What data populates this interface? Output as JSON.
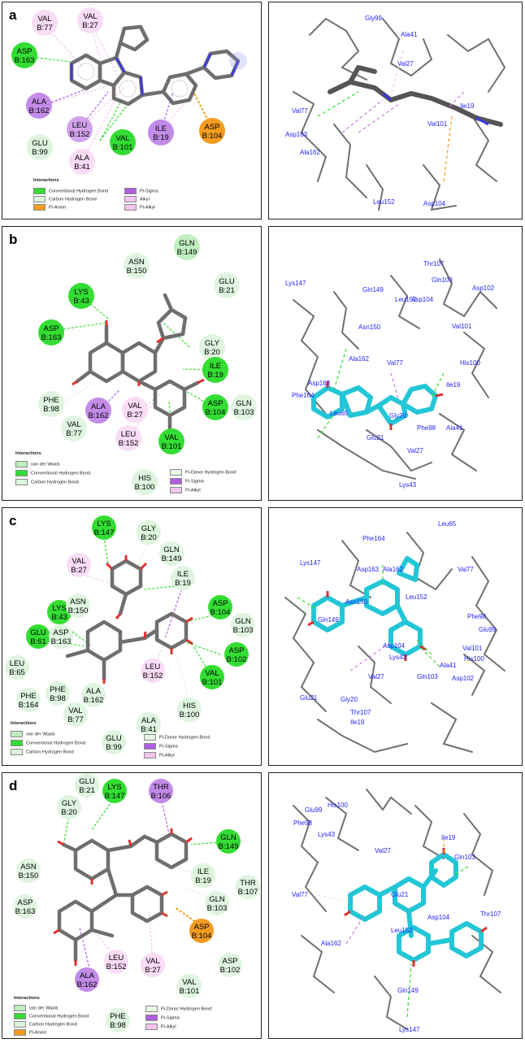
{
  "colors": {
    "conventional": "#33dd33",
    "carbon": "#ddf5dd",
    "vdw": "#bfeebf",
    "pi_anion": "#f39c1f",
    "pi_sigma": "#b05fe0",
    "alkyl": "#f2c8f2",
    "pi_alkyl": "#f4c6ef",
    "pi_donor": "#e6f7e6",
    "stick": "#6e6e6e",
    "ligand_3d": "#23c6d6",
    "res_label": "#1f1fff"
  },
  "panels": [
    {
      "label": "a",
      "residues": [
        {
          "name": "VAL",
          "chain": "B:77",
          "type": "alkyl"
        },
        {
          "name": "VAL",
          "chain": "B:27",
          "type": "alkyl"
        },
        {
          "name": "ASP",
          "chain": "B:163",
          "type": "conventional"
        },
        {
          "name": "ALA",
          "chain": "B:162",
          "type": "pi_sigma"
        },
        {
          "name": "LEU",
          "chain": "B:152",
          "type": "pi_sigma"
        },
        {
          "name": "GLU",
          "chain": "B:99",
          "type": "carbon"
        },
        {
          "name": "ALA",
          "chain": "B:41",
          "type": "alkyl"
        },
        {
          "name": "VAL",
          "chain": "B:101",
          "type": "conventional"
        },
        {
          "name": "ILE",
          "chain": "B:19",
          "type": "pi_sigma"
        },
        {
          "name": "ASP",
          "chain": "B:104",
          "type": "pi_anion"
        }
      ],
      "legend_title": "Interactions",
      "legend": [
        {
          "label": "Conventional Hydrogen Bond",
          "type": "conventional"
        },
        {
          "label": "Carbon Hydrogen Bond",
          "type": "carbon"
        },
        {
          "label": "Pi-Anion",
          "type": "pi_anion"
        },
        {
          "label": "Pi-Sigma",
          "type": "pi_sigma"
        },
        {
          "label": "Alkyl",
          "type": "alkyl"
        },
        {
          "label": "Pi-Alkyl",
          "type": "pi_alkyl"
        }
      ],
      "labels_3d": [
        "Gly99",
        "Ala41",
        "Val27",
        "Val77",
        "Asp163",
        "Ala162",
        "Ile19",
        "Val101",
        "Leu152",
        "Asp104"
      ]
    },
    {
      "label": "b",
      "residues": [
        {
          "name": "GLN",
          "chain": "B:149",
          "type": "vdw"
        },
        {
          "name": "ASN",
          "chain": "B:150",
          "type": "vdw"
        },
        {
          "name": "GLU",
          "chain": "B:21",
          "type": "vdw"
        },
        {
          "name": "LYS",
          "chain": "B:43",
          "type": "conventional"
        },
        {
          "name": "ASP",
          "chain": "B:163",
          "type": "conventional"
        },
        {
          "name": "GLY",
          "chain": "B:20",
          "type": "vdw"
        },
        {
          "name": "ILE",
          "chain": "B:19",
          "type": "conventional"
        },
        {
          "name": "PHE",
          "chain": "B:98",
          "type": "vdw"
        },
        {
          "name": "ALA",
          "chain": "B:162",
          "type": "pi_sigma"
        },
        {
          "name": "VAL",
          "chain": "B:27",
          "type": "alkyl"
        },
        {
          "name": "GLN",
          "chain": "B:103",
          "type": "vdw"
        },
        {
          "name": "VAL",
          "chain": "B:77",
          "type": "vdw"
        },
        {
          "name": "LEU",
          "chain": "B:152",
          "type": "alkyl"
        },
        {
          "name": "ASP",
          "chain": "B:104",
          "type": "conventional"
        },
        {
          "name": "VAL",
          "chain": "B:101",
          "type": "conventional"
        },
        {
          "name": "HIS",
          "chain": "B:100",
          "type": "vdw"
        }
      ],
      "legend_title": "Interactions",
      "legend": [
        {
          "label": "van der Waals",
          "type": "vdw"
        },
        {
          "label": "Conventional Hydrogen Bond",
          "type": "conventional"
        },
        {
          "label": "Carbon Hydrogen Bond",
          "type": "carbon"
        },
        {
          "label": "Pi-Donor Hydrogen Bond",
          "type": "pi_donor"
        },
        {
          "label": "Pi-Sigma",
          "type": "pi_sigma"
        },
        {
          "label": "Pi-Alkyl",
          "type": "pi_alkyl"
        }
      ],
      "labels_3d": [
        "Thr107",
        "Lys147",
        "Gln149",
        "Leu152",
        "Asp104",
        "Gln103",
        "Asp102",
        "Asn150",
        "Val101",
        "Ala162",
        "Val77",
        "His100",
        "Phe164",
        "Asp163",
        "Ile19",
        "Leu65",
        "Gly20",
        "Phe98",
        "Ala41",
        "Glu21",
        "Val27",
        "Lys43"
      ]
    },
    {
      "label": "c",
      "residues": [
        {
          "name": "LYS",
          "chain": "B:147",
          "type": "conventional"
        },
        {
          "name": "GLY",
          "chain": "B:20",
          "type": "carbon"
        },
        {
          "name": "GLN",
          "chain": "B:149",
          "type": "vdw"
        },
        {
          "name": "VAL",
          "chain": "B:27",
          "type": "alkyl"
        },
        {
          "name": "ILE",
          "chain": "B:19",
          "type": "vdw"
        },
        {
          "name": "LYS",
          "chain": "B:43",
          "type": "conventional"
        },
        {
          "name": "ASN",
          "chain": "B:150",
          "type": "vdw"
        },
        {
          "name": "ASP",
          "chain": "B:104",
          "type": "conventional"
        },
        {
          "name": "GLN",
          "chain": "B:103",
          "type": "vdw"
        },
        {
          "name": "GLU",
          "chain": "B:61",
          "type": "conventional"
        },
        {
          "name": "ASP",
          "chain": "B:163",
          "type": "vdw"
        },
        {
          "name": "ASP",
          "chain": "B:102",
          "type": "conventional"
        },
        {
          "name": "LEU",
          "chain": "B:65",
          "type": "vdw"
        },
        {
          "name": "VAL",
          "chain": "B:101",
          "type": "conventional"
        },
        {
          "name": "PHE",
          "chain": "B:164",
          "type": "vdw"
        },
        {
          "name": "PHE",
          "chain": "B:98",
          "type": "vdw"
        },
        {
          "name": "ALA",
          "chain": "B:162",
          "type": "vdw"
        },
        {
          "name": "LEU",
          "chain": "B:152",
          "type": "alkyl"
        },
        {
          "name": "HIS",
          "chain": "B:100",
          "type": "carbon"
        },
        {
          "name": "VAL",
          "chain": "B:77",
          "type": "vdw"
        },
        {
          "name": "ALA",
          "chain": "B:41",
          "type": "vdw"
        },
        {
          "name": "GLU",
          "chain": "B:99",
          "type": "vdw"
        }
      ],
      "legend_title": "Interactions",
      "legend": [
        {
          "label": "van der Waals",
          "type": "vdw"
        },
        {
          "label": "Conventional Hydrogen Bond",
          "type": "conventional"
        },
        {
          "label": "Carbon Hydrogen Bond",
          "type": "carbon"
        },
        {
          "label": "Pi-Donor Hydrogen Bond",
          "type": "pi_donor"
        },
        {
          "label": "Pi-Sigma",
          "type": "pi_sigma"
        },
        {
          "label": "Pi-Alkyl",
          "type": "pi_alkyl"
        }
      ],
      "labels_3d": [
        "Leu65",
        "Phe164",
        "Lys147",
        "Ala162",
        "Asp163",
        "Val77",
        "Asn150",
        "Leu152",
        "Gln149",
        "Phe98",
        "Glu99",
        "Asp104",
        "Lys43",
        "Val101",
        "His100",
        "Ala41",
        "Val27",
        "Glu21",
        "Gln103",
        "Gly20",
        "Asp102",
        "Thr107",
        "Ile19"
      ]
    },
    {
      "label": "d",
      "residues": [
        {
          "name": "GLU",
          "chain": "B:21",
          "type": "vdw"
        },
        {
          "name": "LYS",
          "chain": "B:147",
          "type": "conventional"
        },
        {
          "name": "THR",
          "chain": "B:106",
          "type": "pi_sigma"
        },
        {
          "name": "GLY",
          "chain": "B:20",
          "type": "vdw"
        },
        {
          "name": "GLN",
          "chain": "B:149",
          "type": "conventional"
        },
        {
          "name": "ASN",
          "chain": "B:150",
          "type": "vdw"
        },
        {
          "name": "ILE",
          "chain": "B:19",
          "type": "carbon"
        },
        {
          "name": "THR",
          "chain": "B:107",
          "type": "vdw"
        },
        {
          "name": "ASP",
          "chain": "B:163",
          "type": "vdw"
        },
        {
          "name": "GLN",
          "chain": "B:103",
          "type": "vdw"
        },
        {
          "name": "ASP",
          "chain": "B:104",
          "type": "pi_anion"
        },
        {
          "name": "LEU",
          "chain": "B:152",
          "type": "alkyl"
        },
        {
          "name": "VAL",
          "chain": "B:27",
          "type": "alkyl"
        },
        {
          "name": "ASP",
          "chain": "B:102",
          "type": "vdw"
        },
        {
          "name": "ALA",
          "chain": "B:162",
          "type": "pi_sigma"
        },
        {
          "name": "VAL",
          "chain": "B:101",
          "type": "vdw"
        },
        {
          "name": "PHE",
          "chain": "B:98",
          "type": "vdw"
        }
      ],
      "legend_title": "Interactions",
      "legend": [
        {
          "label": "van der Waals",
          "type": "vdw"
        },
        {
          "label": "Conventional Hydrogen Bond",
          "type": "conventional"
        },
        {
          "label": "Carbon Hydrogen Bond",
          "type": "carbon"
        },
        {
          "label": "Pi-Anion",
          "type": "pi_anion"
        },
        {
          "label": "Pi-Donor Hydrogen Bond",
          "type": "pi_donor"
        },
        {
          "label": "Pi-Sigma",
          "type": "pi_sigma"
        },
        {
          "label": "Pi-Alkyl",
          "type": "pi_alkyl"
        }
      ],
      "labels_3d": [
        "Glu99",
        "His100",
        "Phe98",
        "Lys43",
        "Val27",
        "Ile19",
        "Gln103",
        "Val77",
        "Glu21",
        "Leu152",
        "Asp104",
        "Thr107",
        "Ala162",
        "Gln149",
        "Lys147"
      ]
    }
  ]
}
